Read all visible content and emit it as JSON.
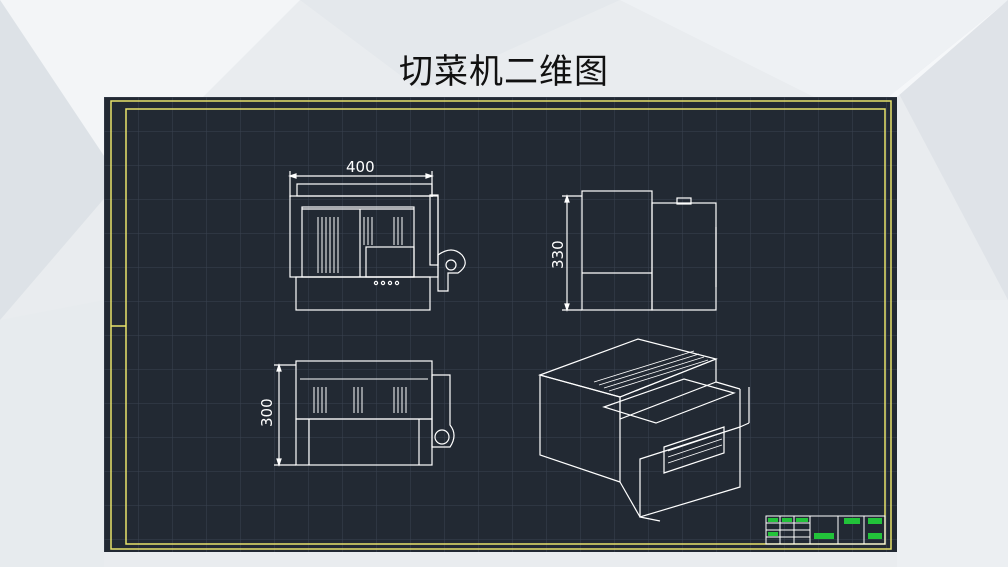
{
  "slide": {
    "title": "切菜机二维图"
  },
  "drawing": {
    "dimensions": {
      "front_width": "400",
      "side_height": "330",
      "top_depth": "300"
    },
    "colors": {
      "canvas": "#222933",
      "frame": "#e8e36a",
      "lines": "#ffffff",
      "grid": "#3a4350",
      "title_block": "#22c33a"
    }
  }
}
